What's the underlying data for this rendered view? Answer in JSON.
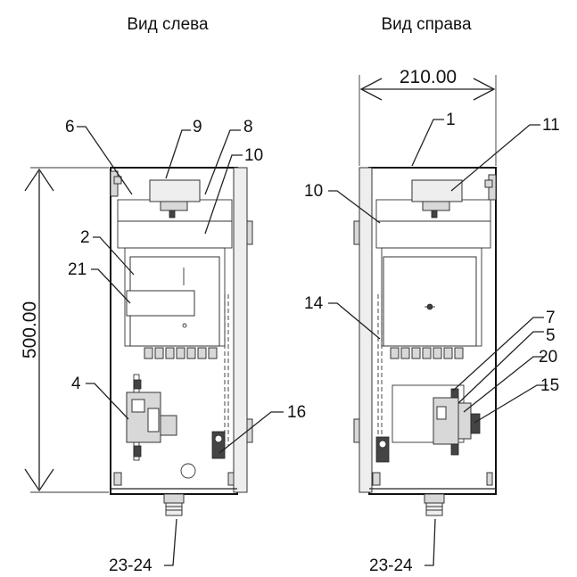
{
  "titles": {
    "left": "Вид слева",
    "right": "Вид справа"
  },
  "dimensions": {
    "height": "500.00",
    "width": "210.00"
  },
  "left_view": {
    "labels": [
      "6",
      "9",
      "8",
      "10",
      "2",
      "21",
      "4",
      "16",
      "23-24"
    ]
  },
  "right_view": {
    "labels": [
      "1",
      "11",
      "10",
      "14",
      "7",
      "5",
      "20",
      "15",
      "23-24"
    ]
  }
}
